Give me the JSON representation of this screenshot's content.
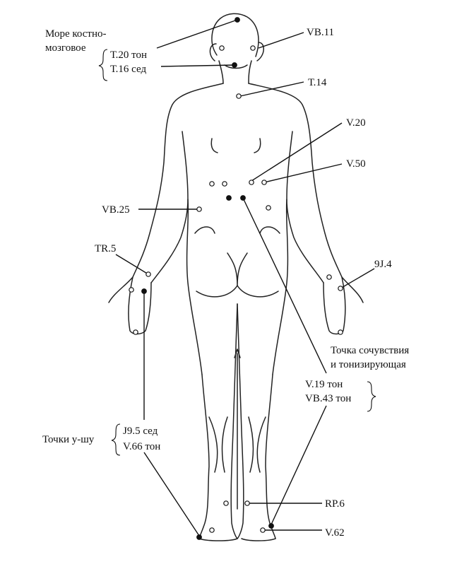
{
  "labels": {
    "sea_marrow_line1": "Море костно-",
    "sea_marrow_line2": "мозговое",
    "t20": "Т.20 тон",
    "t16": "Т.16 сед",
    "vb11": "VB.11",
    "t14": "Т.14",
    "v20": "V.20",
    "v50": "V.50",
    "vb25": "VB.25",
    "tr5": "TR.5",
    "j94": "9J.4",
    "sympathy_line1": "Точка сочувствия",
    "sympathy_line2": "и тонизирующая",
    "v19": "V.19 тон",
    "vb43": "VB.43 тон",
    "wushu": "Точки у-шу",
    "j95": "J9.5 сед",
    "v66": "V.66 тон",
    "rp6": "RP.6",
    "v62": "V.62"
  },
  "colors": {
    "ink": "#111111",
    "paper": "#ffffff"
  }
}
